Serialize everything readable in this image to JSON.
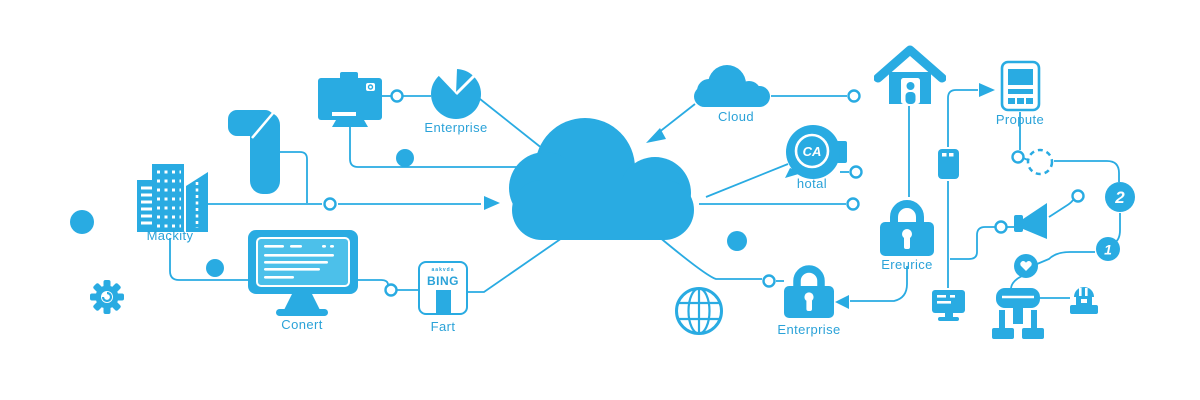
{
  "colors": {
    "accent": "#29abe2",
    "label_text": "#2aa2d8",
    "screen_fill": "#4cc0ea"
  },
  "nodes": {
    "city": {
      "icon": "city-buildings-icon",
      "label": "Mackity"
    },
    "pie": {
      "icon": "pie-chart-icon",
      "label": "Enterprise"
    },
    "desktop": {
      "icon": "desktop-monitor-icon",
      "label": "Conert"
    },
    "store": {
      "icon": "storefront-icon",
      "label": "Fart",
      "sign": "BING",
      "sign_top": "aakvda"
    },
    "cloud_small": {
      "icon": "small-cloud-icon",
      "label": "Cloud"
    },
    "ca_badge": {
      "icon": "chat-badge-icon",
      "label": "hotal",
      "monogram": "CA"
    },
    "lock_upper": {
      "icon": "padlock-icon",
      "label": "Ereurice"
    },
    "lock_lower": {
      "icon": "padlock-icon",
      "label": "Enterprise"
    },
    "tablet": {
      "icon": "tablet-icon",
      "label": "Propute"
    },
    "badge_two": {
      "icon": "number-badge",
      "value": "2"
    },
    "badge_one": {
      "icon": "number-badge",
      "value": "1"
    }
  }
}
